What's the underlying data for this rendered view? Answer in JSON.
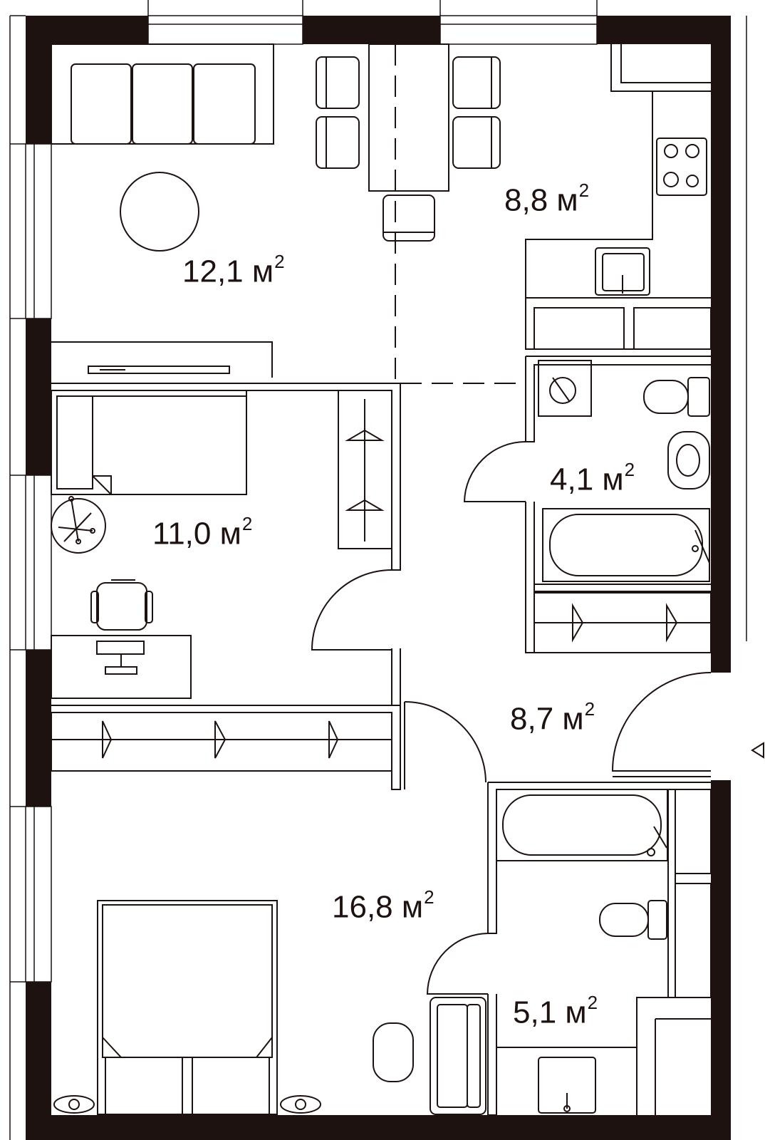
{
  "colors": {
    "wall": "#1d1210",
    "line": "#1d1210",
    "background": "#ffffff"
  },
  "rooms": [
    {
      "id": "living-room",
      "area": "12,1",
      "unit": "м",
      "exp": "2"
    },
    {
      "id": "kitchen",
      "area": "8,8",
      "unit": "м",
      "exp": "2"
    },
    {
      "id": "child-room",
      "area": "11,0",
      "unit": "м",
      "exp": "2"
    },
    {
      "id": "bathroom-small",
      "area": "4,1",
      "unit": "м",
      "exp": "2"
    },
    {
      "id": "hallway",
      "area": "8,7",
      "unit": "м",
      "exp": "2"
    },
    {
      "id": "bedroom",
      "area": "16,8",
      "unit": "м",
      "exp": "2"
    },
    {
      "id": "bathroom-large",
      "area": "5,1",
      "unit": "м",
      "exp": "2"
    }
  ],
  "icons": {
    "entrance": "entrance-arrow-icon"
  }
}
